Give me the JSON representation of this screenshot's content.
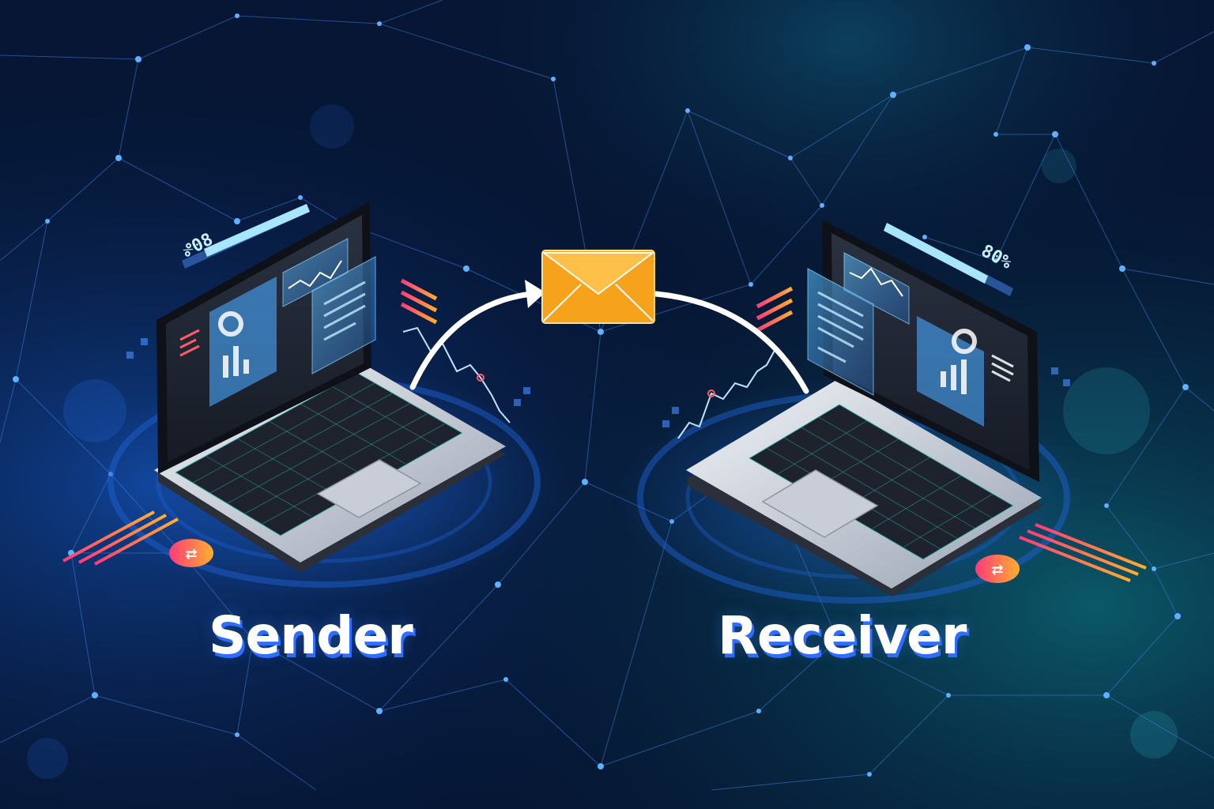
{
  "labels": {
    "sender": "Sender",
    "receiver": "Receiver"
  },
  "sender_laptop": {
    "percent_text": "80%"
  },
  "receiver_laptop": {
    "percent_text": "80%"
  },
  "colors": {
    "background": "#061634",
    "network_line": "#3f7fd6",
    "node": "#5fb0ff",
    "envelope": "#f7a21c",
    "envelope_flap": "#ffc04a",
    "arrow": "#ffffff",
    "label_shadow": "#2f6dff",
    "accent_gradient_start": "#ff3a7a",
    "accent_gradient_end": "#ffb02e",
    "keyboard_glow": "#36e0d8"
  },
  "icons": [
    "envelope-icon",
    "transfer-arrow-icon",
    "swap-badge-icon"
  ]
}
